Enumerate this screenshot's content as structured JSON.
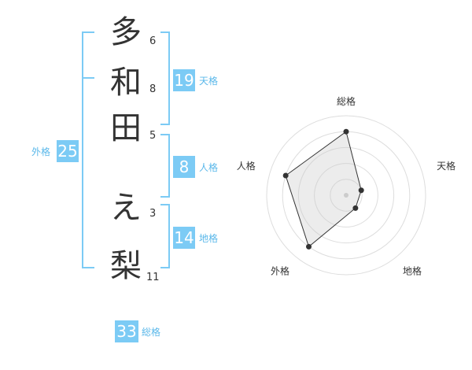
{
  "name": {
    "chars": [
      {
        "char": "多",
        "strokes": "6"
      },
      {
        "char": "和",
        "strokes": "8"
      },
      {
        "char": "田",
        "strokes": "5"
      },
      {
        "char": "え",
        "strokes": "3"
      },
      {
        "char": "梨",
        "strokes": "11"
      }
    ]
  },
  "fortunes": {
    "tenkaku": {
      "value": "19",
      "label": "天格"
    },
    "jinkaku": {
      "value": "8",
      "label": "人格"
    },
    "chikaku": {
      "value": "14",
      "label": "地格"
    },
    "gaikaku": {
      "value": "25",
      "label": "外格"
    },
    "soukaku": {
      "value": "33",
      "label": "総格"
    }
  },
  "colors": {
    "accent": "#7ccbf5",
    "accent_text": "#5bb8ea",
    "text": "#333333"
  },
  "chart_data": {
    "type": "radar",
    "axes": [
      "総格",
      "天格",
      "地格",
      "外格",
      "人格"
    ],
    "rings": 5,
    "values": [
      0.8,
      0.2,
      0.2,
      0.8,
      0.8
    ]
  }
}
